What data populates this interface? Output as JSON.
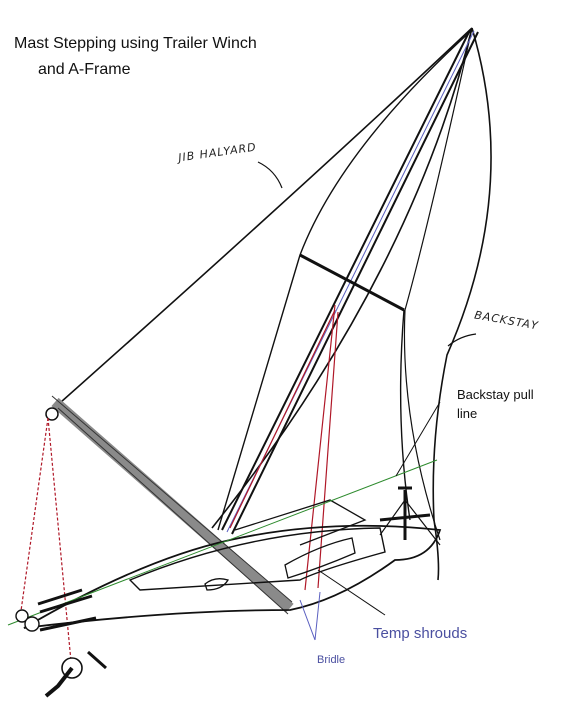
{
  "title": {
    "line1": "Mast Stepping using Trailer Winch",
    "line2": "and A-Frame"
  },
  "labels": {
    "jib_halyard": "JIB HALYARD",
    "backstay": "BACKSTAY",
    "backstay_pull_line_1": "Backstay pull",
    "backstay_pull_line_2": "line",
    "temp_shrouds": "Temp shrouds",
    "bridle": "Bridle"
  },
  "colors": {
    "ink": "#111111",
    "a_frame": "#8a8a8a",
    "red_line": "#b01828",
    "green_line": "#2e8b2e",
    "blue_line": "#5a5fc0",
    "label_blue": "#4a4fa0"
  }
}
